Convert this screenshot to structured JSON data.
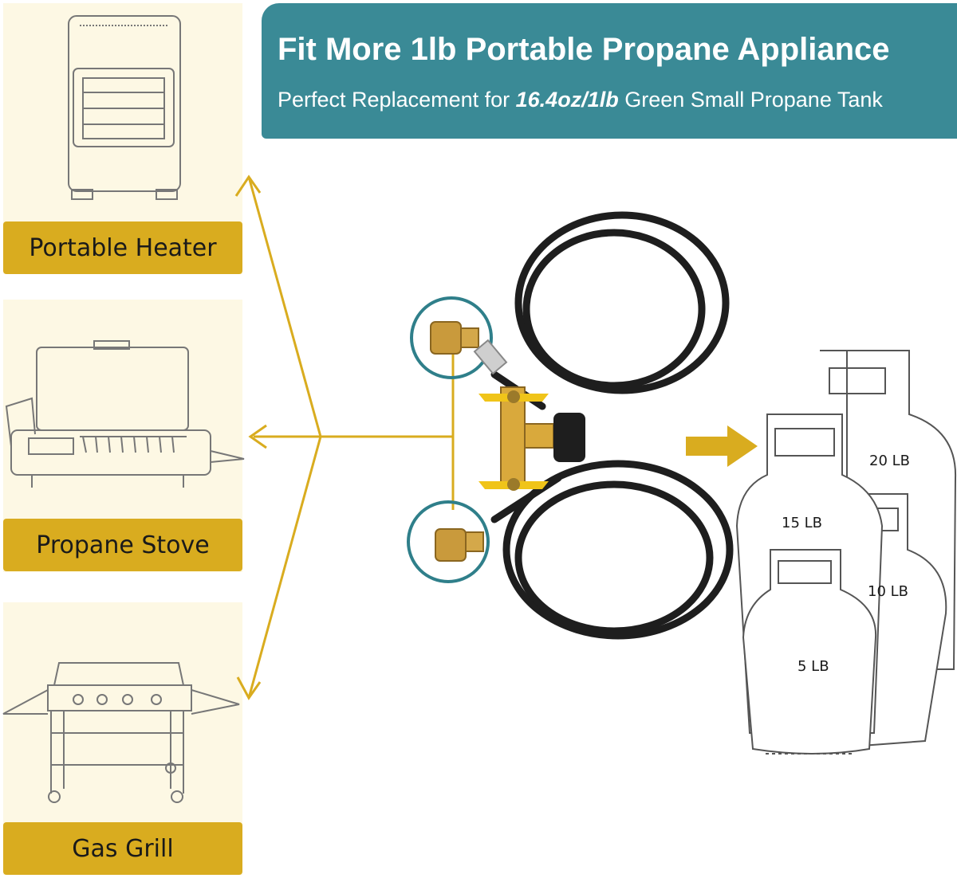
{
  "banner": {
    "title": "Fit More 1lb Portable Propane Appliance",
    "subtitle_prefix": "Perfect Replacement for ",
    "subtitle_emphasis": "16.4oz/1lb",
    "subtitle_suffix": " Green Small Propane Tank"
  },
  "appliances": [
    {
      "label": "Portable Heater",
      "icon": "portable-heater-icon"
    },
    {
      "label": "Propane Stove",
      "icon": "propane-stove-icon"
    },
    {
      "label": "Gas Grill",
      "icon": "gas-grill-icon"
    }
  ],
  "tanks": [
    {
      "label": "20 LB"
    },
    {
      "label": "15 LB"
    },
    {
      "label": "10 LB"
    },
    {
      "label": "5 LB"
    }
  ],
  "colors": {
    "accent_gold": "#d9ac1f",
    "banner_teal": "#3a8a96",
    "panel_cream": "#fdf8e4",
    "circle_teal": "#2f7f8a"
  }
}
